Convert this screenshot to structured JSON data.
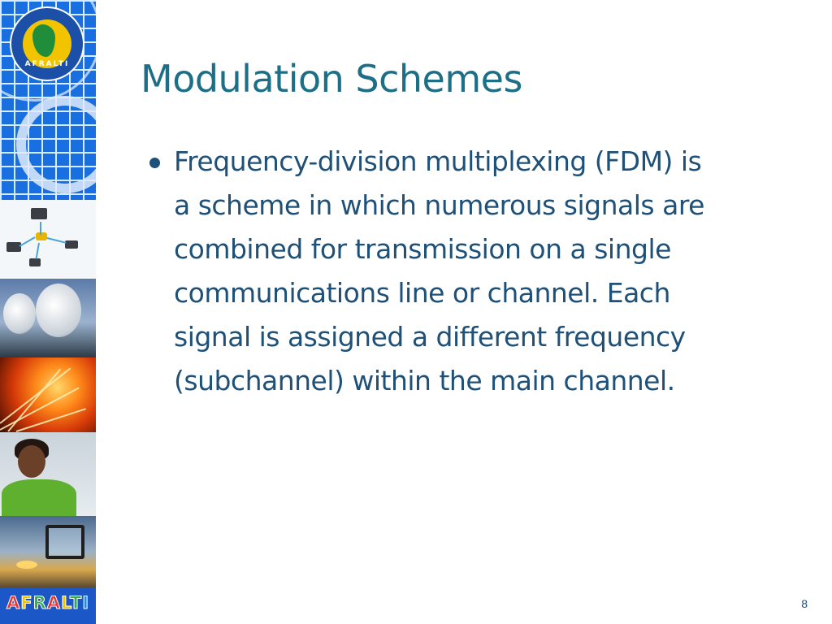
{
  "slide": {
    "title": "Modulation Schemes",
    "bullets": [
      {
        "lines": [
          "Frequency-division multiplexing (FDM) is",
          "a scheme in which numerous signals are",
          "combined for transmission on a single",
          "communications line or channel. Each",
          "signal is assigned a different frequency",
          "(subchannel) within the main channel."
        ]
      }
    ],
    "page_number": "8"
  },
  "sidebar": {
    "logo_text": "AFRALTI",
    "brand_label": [
      "A",
      "F",
      "R",
      "A",
      "L",
      "T",
      "I"
    ],
    "brand_colors": [
      "#e8322b",
      "#f2c400",
      "#2fa84f",
      "#e8322b",
      "#f2c400",
      "#2fa84f",
      "#1f8de0"
    ],
    "tiles": [
      "network-image",
      "satellite-dish-image",
      "fiber-optic-image",
      "phone-caller-image",
      "photo-frame-image"
    ]
  },
  "colors": {
    "title": "#1d6f87",
    "body": "#1e5078",
    "grid_blue": "#1a6fe0"
  }
}
